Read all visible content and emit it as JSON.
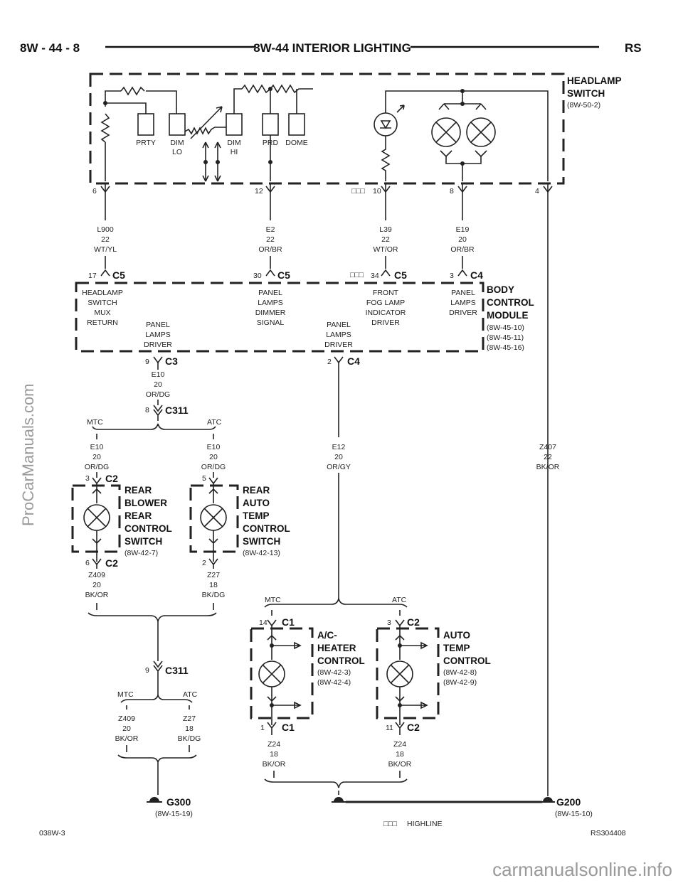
{
  "header": {
    "left": "8W - 44 - 8",
    "title": "8W-44 INTERIOR LIGHTING",
    "right": "RS"
  },
  "headlamp_switch": {
    "name_line1": "HEADLAMP",
    "name_line2": "SWITCH",
    "ref": "(8W-50-2)",
    "internal_labels": [
      "PRTY",
      "DIM",
      "LO",
      "DIM",
      "HI",
      "PRD",
      "DOME"
    ],
    "pins": [
      "6",
      "12",
      "10",
      "8",
      "4"
    ]
  },
  "wires_top": [
    {
      "circuit": "L900",
      "gauge": "22",
      "color": "WT/YL"
    },
    {
      "circuit": "E2",
      "gauge": "22",
      "color": "OR/BR"
    },
    {
      "circuit": "L39",
      "gauge": "22",
      "color": "WT/OR"
    },
    {
      "circuit": "E19",
      "gauge": "20",
      "color": "OR/BR"
    }
  ],
  "bcm": {
    "name": [
      "BODY",
      "CONTROL",
      "MODULE"
    ],
    "refs": [
      "(8W-45-10)",
      "(8W-45-11)",
      "(8W-45-16)"
    ],
    "connectors": [
      {
        "pin": "17",
        "conn": "C5"
      },
      {
        "pin": "30",
        "conn": "C5"
      },
      {
        "pin": "34",
        "conn": "C5"
      },
      {
        "pin": "3",
        "conn": "C4"
      },
      {
        "pin": "9",
        "conn": "C3"
      },
      {
        "pin": "2",
        "conn": "C4"
      }
    ],
    "functions": [
      [
        "HEADLAMP",
        "SWITCH",
        "MUX",
        "RETURN"
      ],
      [
        "PANEL",
        "LAMPS",
        "DIMMER",
        "SIGNAL"
      ],
      [
        "FRONT",
        "FOG LAMP",
        "INDICATOR",
        "DRIVER"
      ],
      [
        "PANEL",
        "LAMPS",
        "DRIVER"
      ],
      [
        "PANEL",
        "LAMPS",
        "DRIVER"
      ],
      [
        "PANEL",
        "LAMPS",
        "DRIVER"
      ]
    ]
  },
  "wire_e10": {
    "circuit": "E10",
    "gauge": "20",
    "color": "OR/DG"
  },
  "splice_c311_top": {
    "pin": "8",
    "conn": "C311",
    "left": "MTC",
    "right": "ATC"
  },
  "wire_e10_mtc": {
    "circuit": "E10",
    "gauge": "20",
    "color": "OR/DG"
  },
  "wire_e10_atc": {
    "circuit": "E10",
    "gauge": "20",
    "color": "OR/DG"
  },
  "rear_blower": {
    "name": [
      "REAR",
      "BLOWER",
      "REAR",
      "CONTROL",
      "SWITCH"
    ],
    "ref": "(8W-42-7)",
    "pin_in": "3",
    "conn_in": "C2",
    "pin_out": "6",
    "conn_out": "C2"
  },
  "rear_auto_temp": {
    "name": [
      "REAR",
      "AUTO",
      "TEMP",
      "CONTROL",
      "SWITCH"
    ],
    "ref": "(8W-42-13)",
    "pin_in": "5",
    "pin_out": "2"
  },
  "wire_e12": {
    "circuit": "E12",
    "gauge": "20",
    "color": "OR/GY"
  },
  "wire_z407": {
    "circuit": "Z407",
    "gauge": "22",
    "color": "BK/OR"
  },
  "wire_z409": {
    "circuit": "Z409",
    "gauge": "20",
    "color": "BK/OR"
  },
  "wire_z27": {
    "circuit": "Z27",
    "gauge": "18",
    "color": "BK/DG"
  },
  "splice_c311_bot": {
    "pin": "9",
    "conn": "C311",
    "left": "MTC",
    "right": "ATC"
  },
  "wire_z409_b": {
    "circuit": "Z409",
    "gauge": "20",
    "color": "BK/OR"
  },
  "wire_z27_b": {
    "circuit": "Z27",
    "gauge": "18",
    "color": "BK/DG"
  },
  "e12_split": {
    "left": "MTC",
    "right": "ATC"
  },
  "ac_heater": {
    "name": [
      "A/C-",
      "HEATER",
      "CONTROL"
    ],
    "refs": [
      "(8W-42-3)",
      "(8W-42-4)"
    ],
    "pin_in": "14",
    "conn_in": "C1",
    "pin_out": "1",
    "conn_out": "C1"
  },
  "auto_temp": {
    "name": [
      "AUTO",
      "TEMP",
      "CONTROL"
    ],
    "refs": [
      "(8W-42-8)",
      "(8W-42-9)"
    ],
    "pin_in": "3",
    "conn_in": "C2",
    "pin_out": "11",
    "conn_out": "C2"
  },
  "wire_z24_a": {
    "circuit": "Z24",
    "gauge": "18",
    "color": "BK/OR"
  },
  "wire_z24_b": {
    "circuit": "Z24",
    "gauge": "18",
    "color": "BK/OR"
  },
  "ground_g300": {
    "name": "G300",
    "ref": "(8W-15-19)"
  },
  "ground_g200": {
    "name": "G200",
    "ref": "(8W-15-10)"
  },
  "legend": {
    "symbol": "□□□",
    "text": "HIGHLINE"
  },
  "footer": {
    "left": "038W-3",
    "right": "RS304408"
  },
  "watermarks": {
    "side": "ProCarManuals.com",
    "bottom": "carmanualsonline.info"
  }
}
